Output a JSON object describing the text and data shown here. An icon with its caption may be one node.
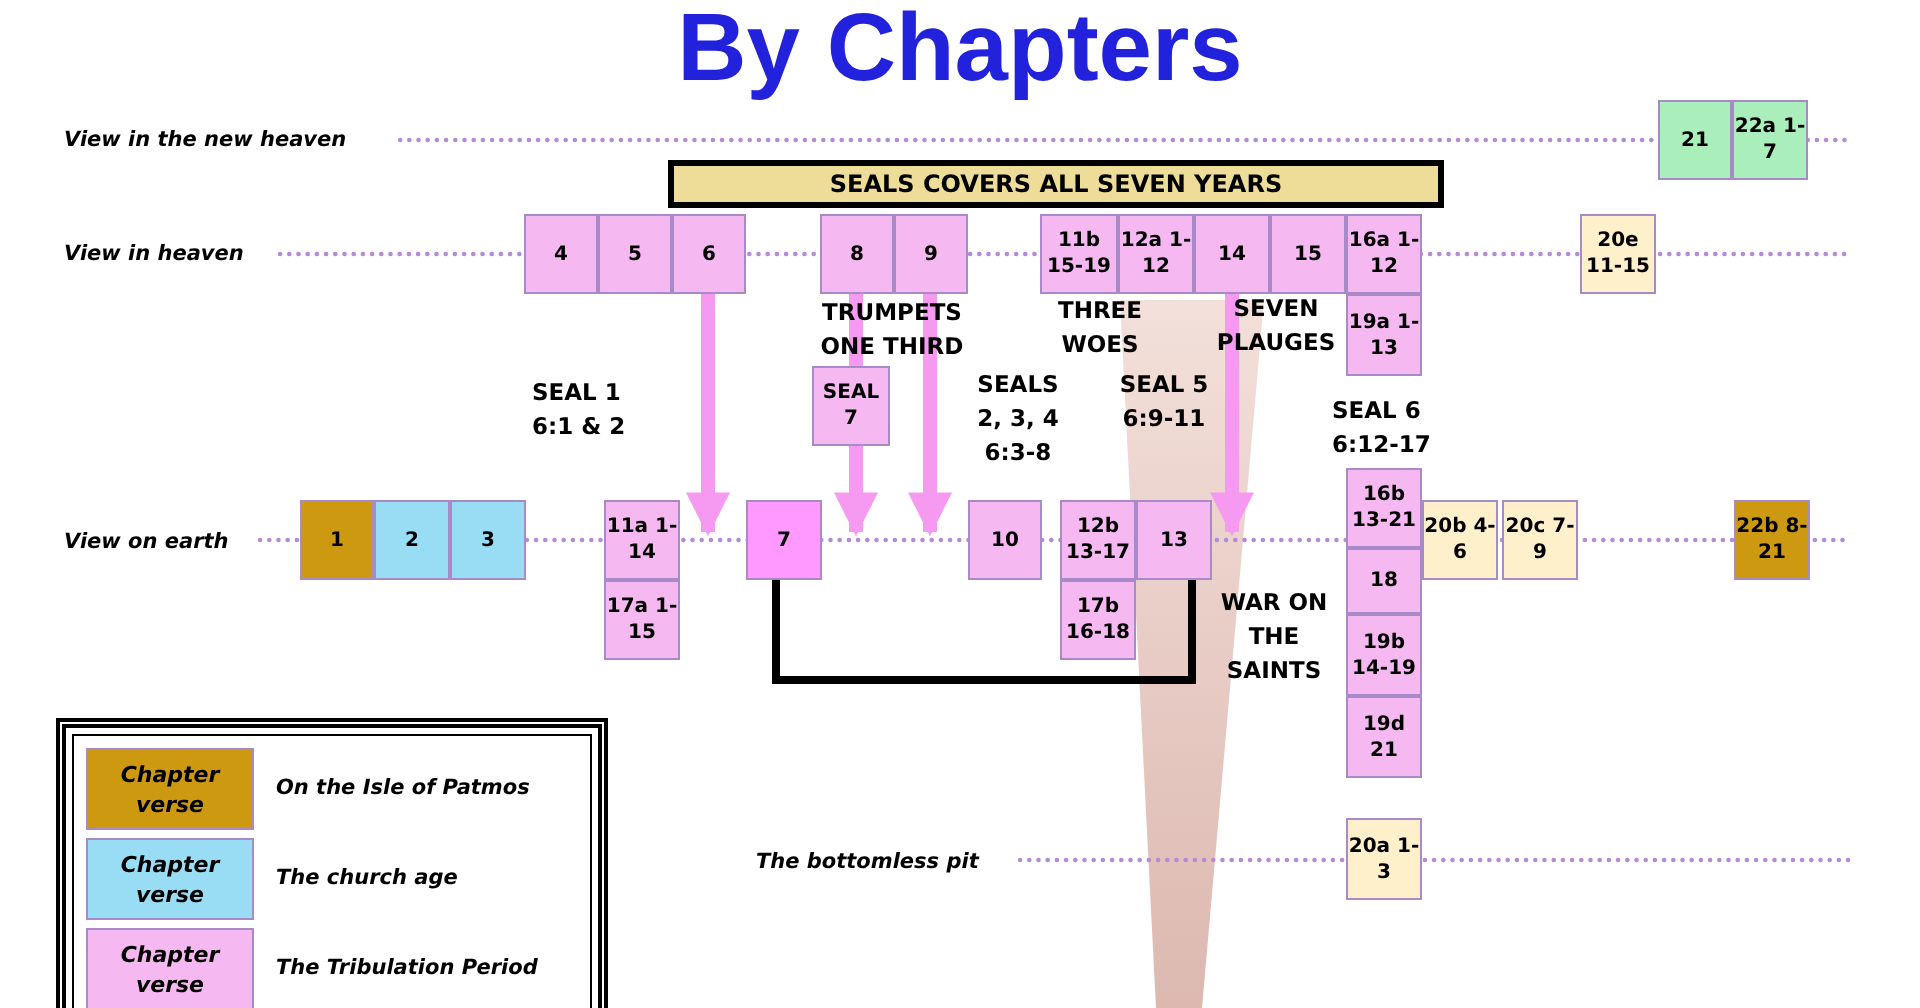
{
  "diagram": {
    "title": "By Chapters",
    "nodes": [
      {
        "text": [
          "21"
        ]
      },
      {
        "text": [
          "22a 1-7"
        ]
      },
      {
        "text": [
          "SEALS COVERS ALL SEVEN YEARS"
        ]
      },
      {
        "text": [
          "4"
        ]
      },
      {
        "text": [
          "5"
        ]
      },
      {
        "text": [
          "6"
        ]
      },
      {
        "text": [
          "8"
        ]
      },
      {
        "text": [
          "9"
        ]
      },
      {
        "text": [
          "11b 15-19"
        ]
      },
      {
        "text": [
          "12a 1-12"
        ]
      },
      {
        "text": [
          "14"
        ]
      },
      {
        "text": [
          "15"
        ]
      },
      {
        "text": [
          "16a 1-12"
        ]
      },
      {
        "text": [
          "20e 11-15"
        ]
      },
      {
        "text": [
          "19a 1-13"
        ]
      },
      {
        "text": [
          "SEAL 7"
        ]
      },
      {
        "text": [
          "1"
        ]
      },
      {
        "text": [
          "2"
        ]
      },
      {
        "text": [
          "3"
        ]
      },
      {
        "text": [
          "11a 1-14"
        ]
      },
      {
        "text": [
          "7"
        ]
      },
      {
        "text": [
          "10"
        ]
      },
      {
        "text": [
          "12b 13-17"
        ]
      },
      {
        "text": [
          "13"
        ]
      },
      {
        "text": [
          "16b 13-21"
        ]
      },
      {
        "text": [
          "20b 4-6"
        ]
      },
      {
        "text": [
          "20c 7-9"
        ]
      },
      {
        "text": [
          "22b 8-21"
        ]
      },
      {
        "text": [
          "17a 1-15"
        ]
      },
      {
        "text": [
          "17b 16-18"
        ]
      },
      {
        "text": [
          "18"
        ]
      },
      {
        "text": [
          "19b 14-19"
        ]
      },
      {
        "text": [
          "19d 21"
        ]
      },
      {
        "text": [
          "20a 1-3"
        ]
      }
    ],
    "edges": [
      {
        "from": 5,
        "to": 19,
        "arrow": "to"
      },
      {
        "from": 6,
        "to": 15,
        "arrow": "none"
      },
      {
        "from": 15,
        "to": 20,
        "arrow": "to"
      },
      {
        "from": 7,
        "to": 21,
        "arrow": "to"
      },
      {
        "from": 10,
        "to": 23,
        "arrow": "to"
      },
      {
        "from": 20,
        "to": 23,
        "arrow": "none",
        "color": "#000000"
      }
    ],
    "labels": [
      "View in the new heaven",
      "View in heaven",
      "TRUMPETS ONE THIRD",
      "THREE WOES",
      "SEVEN PLAUGES",
      "SEAL 1 6:1 & 2",
      "SEALS 2, 3, 4 6:3-8",
      "SEAL 5 6:9-11",
      "SEAL 6 6:12-17",
      "View on earth",
      "WAR ON THE SAINTS",
      "Chapter verse",
      "Chapter verse",
      "Chapter verse",
      "The bottomless pit"
    ],
    "legend": [
      {
        "text": "On the Isle of Patmos",
        "color": "#cc9911"
      },
      {
        "text": "The church age",
        "color": "#99ddf5"
      },
      {
        "text": "The Tribulation Period",
        "color": "#f5b8f0"
      }
    ]
  }
}
